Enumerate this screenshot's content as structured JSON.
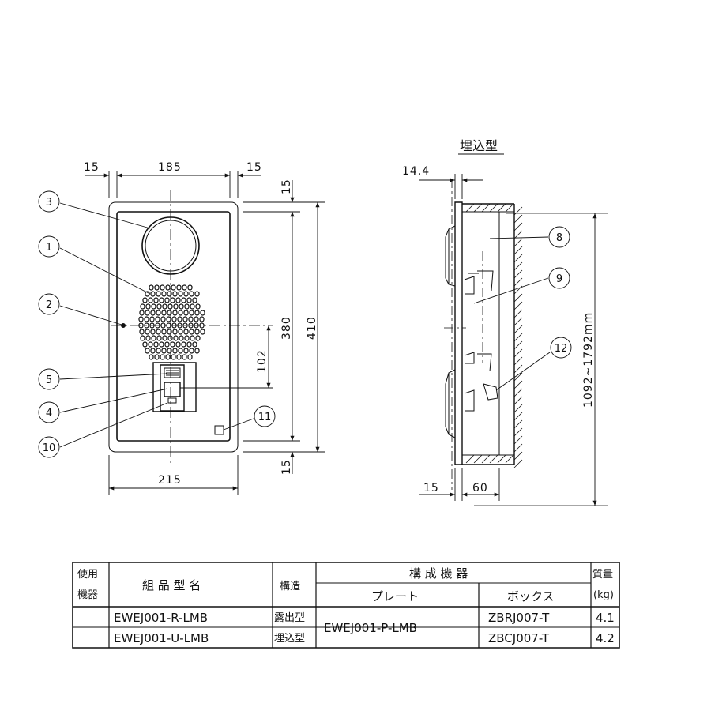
{
  "front_view": {
    "dims": {
      "left_margin": "15",
      "center_width": "185",
      "right_margin": "15",
      "top_margin": "15",
      "inner_height": "380",
      "outer_height": "410",
      "center_offset": "102",
      "bottom_margin": "15",
      "total_width": "215"
    },
    "callouts": [
      "3",
      "1",
      "2",
      "5",
      "4",
      "10",
      "11"
    ]
  },
  "side_view": {
    "title": "埋込型",
    "dims": {
      "plate_thickness": "14.4",
      "left_offset": "15",
      "box_depth": "60",
      "install_height": "1092~1792mm"
    },
    "callouts": [
      "8",
      "9",
      "12"
    ]
  },
  "table": {
    "headers": {
      "usage": [
        "使用",
        "機器"
      ],
      "model": "組 品 型 名",
      "structure": "構造",
      "components": "構 成 機 器",
      "plate": "プレート",
      "box": "ボックス",
      "mass": [
        "質量",
        "(kg)"
      ]
    },
    "rows": [
      {
        "usage": "",
        "model": "EWEJ001-R-LMB",
        "structure": "露出型",
        "box": "ZBRJ007-T",
        "mass": "4.1"
      },
      {
        "usage": "",
        "model": "EWEJ001-U-LMB",
        "structure": "埋込型",
        "box": "ZBCJ007-T",
        "mass": "4.2"
      }
    ],
    "shared_plate": "EWEJ001-P-LMB"
  }
}
